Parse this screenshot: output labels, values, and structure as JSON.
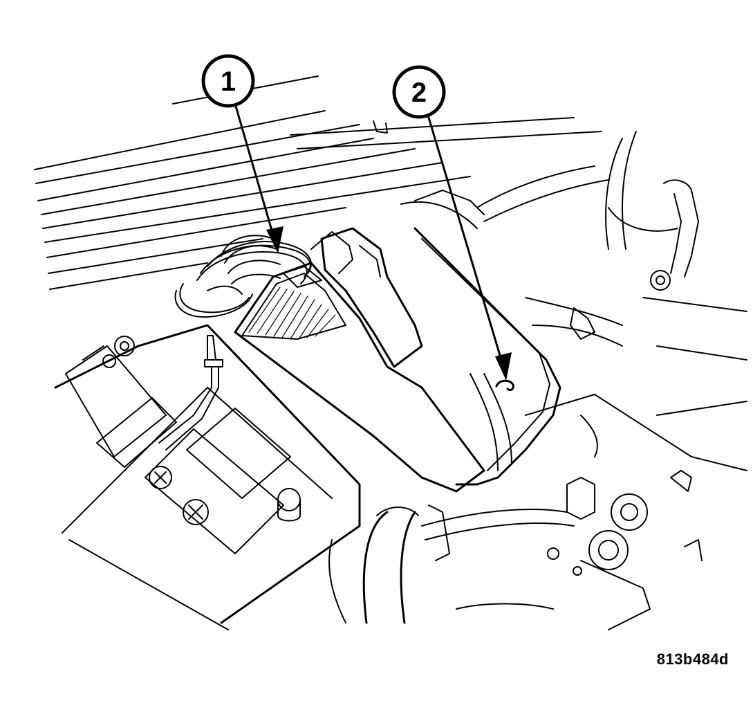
{
  "callouts": [
    {
      "label": "1",
      "target": "wire-harness"
    },
    {
      "label": "2",
      "target": "mounting-clip"
    }
  ],
  "figure_id": "813b484d",
  "colors": {
    "line": "#000000",
    "background": "#ffffff"
  }
}
